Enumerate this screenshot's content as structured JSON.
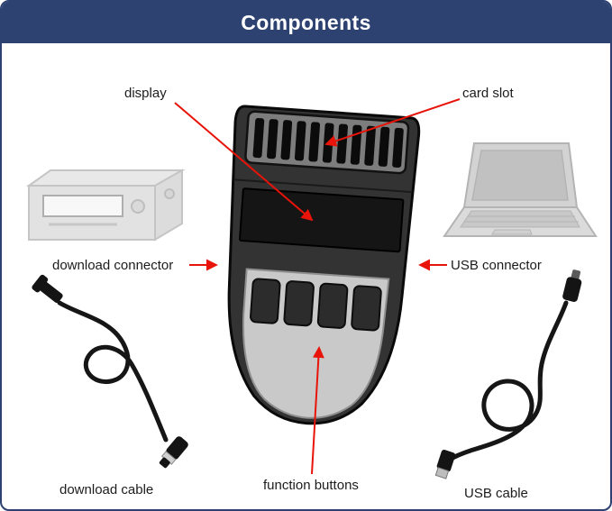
{
  "header": {
    "title": "Components"
  },
  "labels": {
    "display": "display",
    "card_slot": "card slot",
    "download_connector": "download connector",
    "usb_connector": "USB connector",
    "function_buttons": "function buttons",
    "download_cable": "download cable",
    "usb_cable": "USB cable"
  },
  "illustrations": {
    "center": "download-device",
    "left_machine": "vehicle-unit",
    "right_machine": "laptop",
    "bottom_left": "download-cable",
    "bottom_right": "usb-cable"
  },
  "colors": {
    "header_bg": "#2d4271",
    "page_border": "#2d4271",
    "title_text": "#ffffff",
    "label_text": "#1c1c1c",
    "arrow": "#e81309",
    "device_body": "#333333",
    "device_display": "#151515",
    "device_panel": "#c8c9c8",
    "device_buttons": "#2c2c2c",
    "cable": "#161616",
    "ghost_gray": "#c6c6c6"
  }
}
